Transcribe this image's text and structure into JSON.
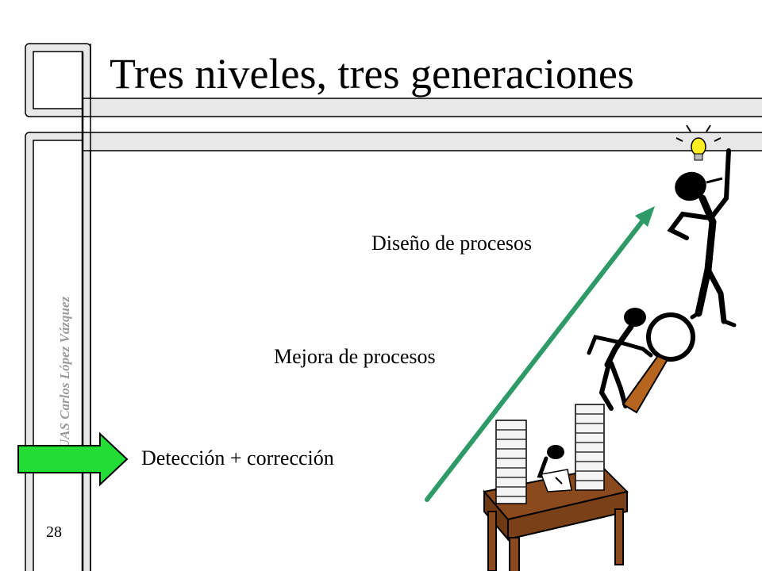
{
  "slide": {
    "title": "Tres niveles, tres generaciones",
    "author": "UAS Carlos López Vázquez",
    "page_number": "28",
    "levels": [
      {
        "label": "Detección + corrección",
        "current": true
      },
      {
        "label": "Mejora de procesos",
        "current": false
      },
      {
        "label": "Diseño de procesos",
        "current": false
      }
    ]
  },
  "colors": {
    "pointer_arrow": "#22dd33",
    "progress_arrow": "#2e9a68",
    "lightbulb": "#ffee22",
    "desk": "#8b4a1e",
    "magnifier_handle": "#b5651d"
  }
}
